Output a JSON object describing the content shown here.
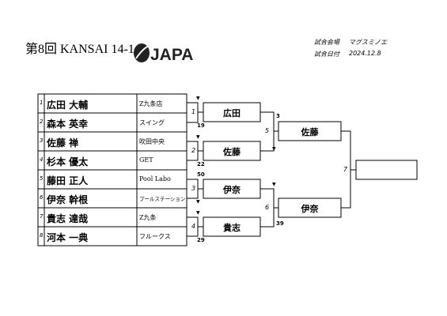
{
  "header": {
    "title": "第8回 KANSAI 14-1",
    "logo_text": "JAPA",
    "venue_label": "試合会場",
    "venue_value": "マグスミノエ",
    "date_label": "試合日付",
    "date_value": "2024.12.8"
  },
  "players": [
    {
      "seed": "1",
      "name": "広田 大輔",
      "shop": "Z九条店"
    },
    {
      "seed": "2",
      "name": "森本 英幸",
      "shop": "スイング"
    },
    {
      "seed": "3",
      "name": "佐藤 禅",
      "shop": "吹田中央"
    },
    {
      "seed": "4",
      "name": "杉本 優太",
      "shop": "GET"
    },
    {
      "seed": "5",
      "name": "藤田 正人",
      "shop": "Pool Labo"
    },
    {
      "seed": "6",
      "name": "伊奈 幹根",
      "shop": "プールステーション"
    },
    {
      "seed": "7",
      "name": "貴志 達哉",
      "shop": "Z九条"
    },
    {
      "seed": "8",
      "name": "河本 一典",
      "shop": "フルークス"
    }
  ],
  "matches": [
    {
      "num": "1",
      "score": "19",
      "winner": "広田"
    },
    {
      "num": "2",
      "score": "22",
      "winner": "佐藤"
    },
    {
      "num": "3",
      "score": "50",
      "winner": "伊奈"
    },
    {
      "num": "4",
      "score": "29",
      "winner": "貴志"
    },
    {
      "num": "5",
      "score": "3",
      "winner": "佐藤"
    },
    {
      "num": "6",
      "score": "39",
      "winner": "伊奈"
    },
    {
      "num": "7",
      "score": "",
      "winner": ""
    }
  ]
}
